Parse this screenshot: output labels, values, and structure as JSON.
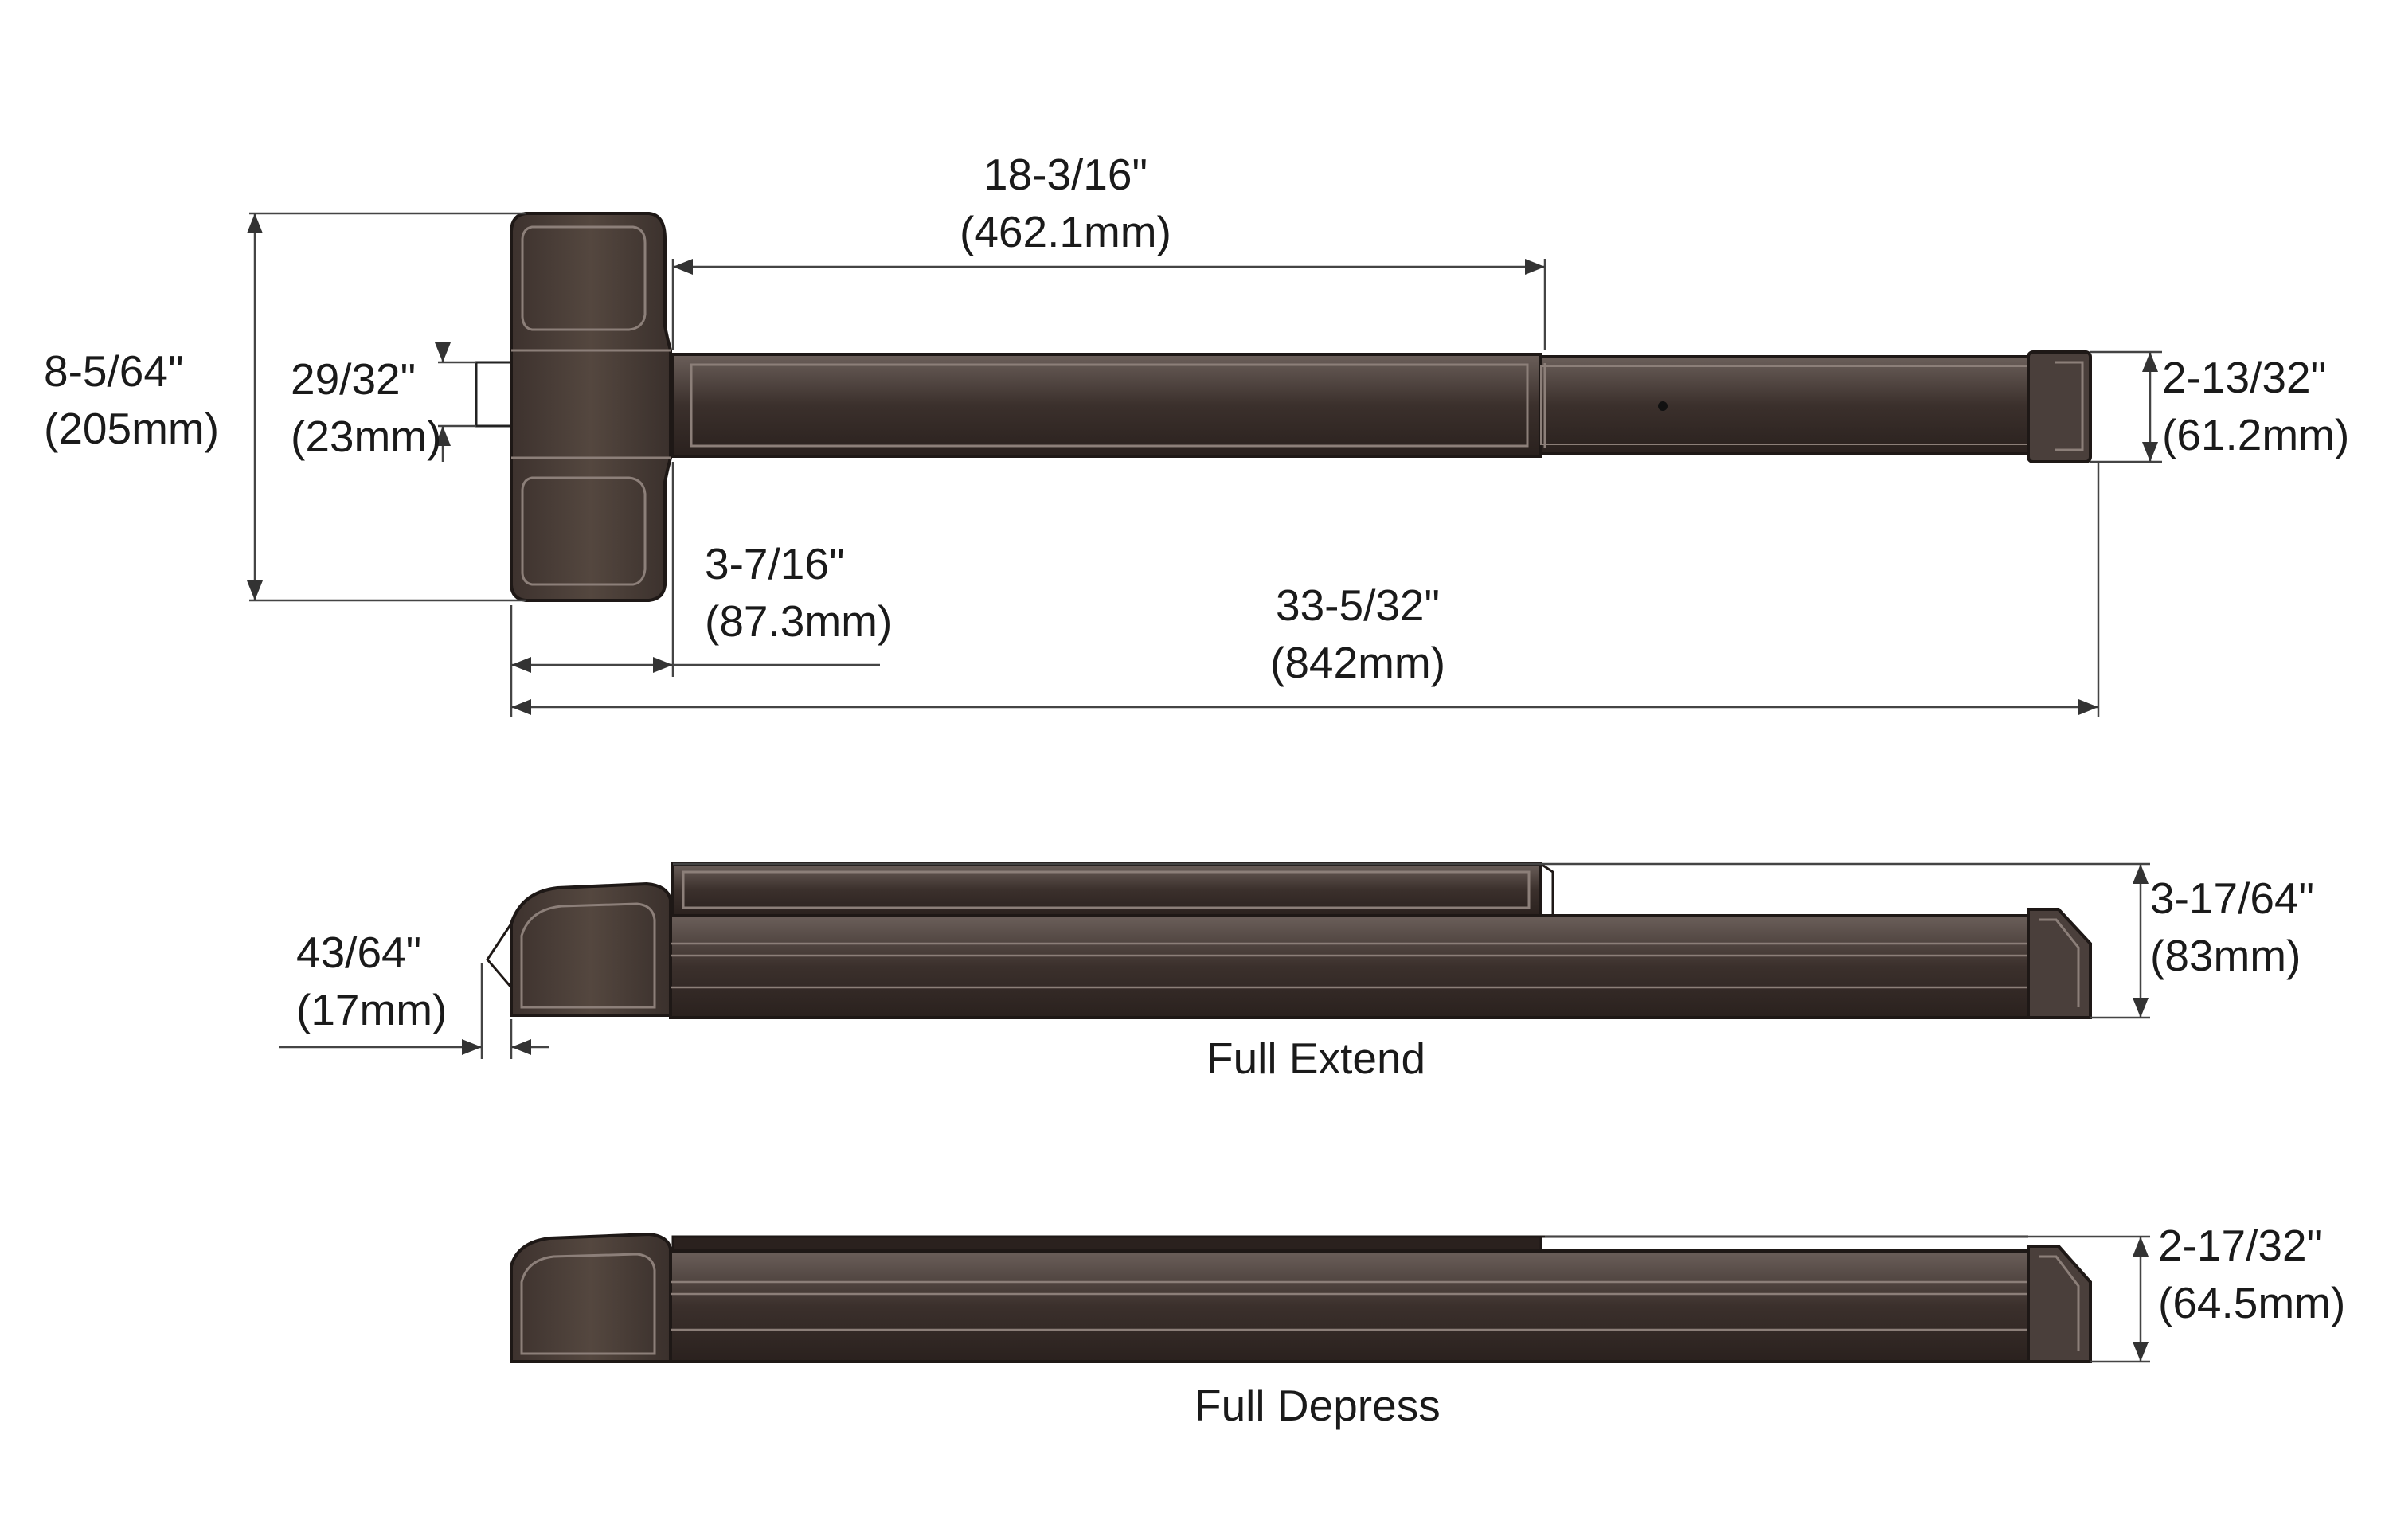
{
  "colors": {
    "body": "#4a3f3b",
    "body_dark": "#2a211e",
    "highlight": "#8c7f79",
    "line": "#222222",
    "dimline": "#444444"
  },
  "top_view": {
    "overall_height": {
      "in": "8-5/64\"",
      "mm": "(205mm)"
    },
    "projection": {
      "in": "29/32\"",
      "mm": "(23mm)"
    },
    "rail_segment": {
      "in": "18-3/16\"",
      "mm": "(462.1mm)"
    },
    "end_cap_height": {
      "in": "2-13/32\"",
      "mm": "(61.2mm)"
    },
    "head_depth": {
      "in": "3-7/16\"",
      "mm": "(87.3mm)"
    },
    "overall_length": {
      "in": "33-5/32\"",
      "mm": "(842mm)"
    }
  },
  "extend_view": {
    "label": "Full Extend",
    "lip": {
      "in": "43/64\"",
      "mm": "(17mm)"
    },
    "height": {
      "in": "3-17/64\"",
      "mm": "(83mm)"
    }
  },
  "depress_view": {
    "label": "Full Depress",
    "height": {
      "in": "2-17/32\"",
      "mm": "(64.5mm)"
    }
  }
}
